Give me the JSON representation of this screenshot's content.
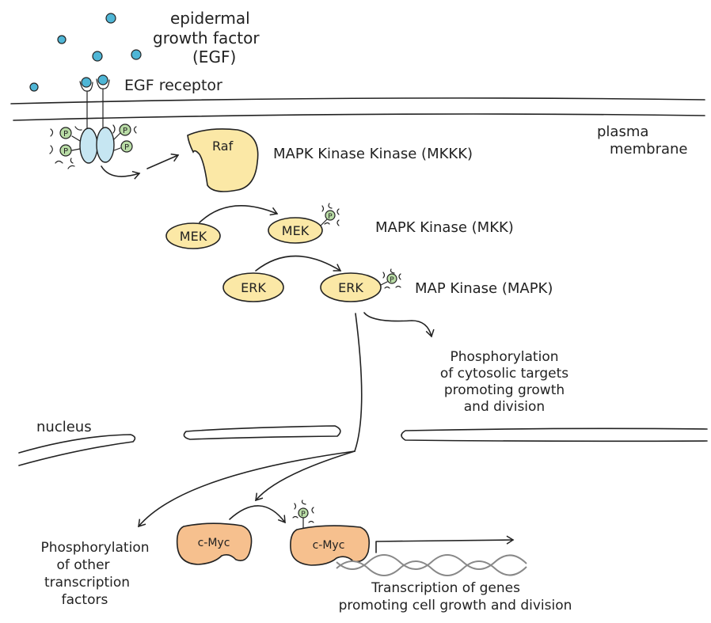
{
  "colors": {
    "egf": "#4fb6d6",
    "receptor": "#c6e6f2",
    "phosphate": "#b9dca6",
    "kinase": "#fbe8a6",
    "cmyc": "#f6c08e",
    "dna": "#888888",
    "ink": "#222222"
  },
  "labels": {
    "egf_line1": "epidermal",
    "egf_line2": "growth factor",
    "egf_line3": "(EGF)",
    "egf_receptor": "EGF receptor",
    "plasma_line1": "plasma",
    "plasma_line2": "membrane",
    "mkkk": "MAPK Kinase Kinase (MKKK)",
    "mkk": "MAPK Kinase (MKK)",
    "mapk": "MAP Kinase (MAPK)",
    "cyto_line1": "Phosphorylation",
    "cyto_line2": "of cytosolic targets",
    "cyto_line3": "promoting growth",
    "cyto_line4": "and division",
    "nucleus": "nucleus",
    "other_line1": "Phosphorylation",
    "other_line2": "of other",
    "other_line3": "transcription",
    "other_line4": "factors",
    "trans_line1": "Transcription of genes",
    "trans_line2": "promoting cell growth and division"
  },
  "proteins": {
    "raf": "Raf",
    "mek": "MEK",
    "mek_p": "MEK",
    "erk": "ERK",
    "erk_p": "ERK",
    "cmyc": "c-Myc",
    "cmyc_p": "c-Myc"
  },
  "phosphate_symbol": "P"
}
